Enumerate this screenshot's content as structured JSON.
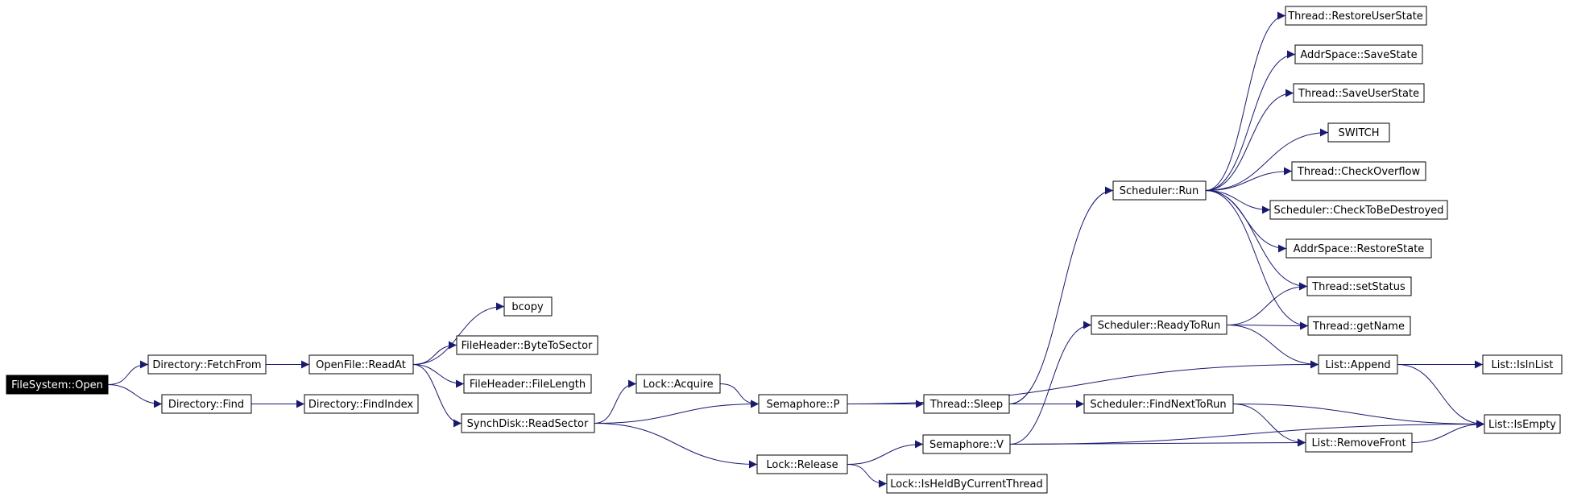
{
  "colors": {
    "edge": "#191970",
    "box": "#000000",
    "root_fill": "#000000",
    "root_text": "#ffffff",
    "text": "#000000"
  },
  "nodes": {
    "filesystem_open": "FileSystem::Open",
    "directory_fetchfrom": "Directory::FetchFrom",
    "directory_find": "Directory::Find",
    "openfile_readat": "OpenFile::ReadAt",
    "directory_findindex": "Directory::FindIndex",
    "bcopy": "bcopy",
    "fileheader_bytetosector": "FileHeader::ByteToSector",
    "fileheader_filelength": "FileHeader::FileLength",
    "synchdisk_readsector": "SynchDisk::ReadSector",
    "lock_acquire": "Lock::Acquire",
    "lock_release": "Lock::Release",
    "semaphore_p": "Semaphore::P",
    "semaphore_v": "Semaphore::V",
    "lock_isheldbycurrentthread": "Lock::IsHeldByCurrentThread",
    "thread_sleep": "Thread::Sleep",
    "scheduler_run": "Scheduler::Run",
    "scheduler_readytorun": "Scheduler::ReadyToRun",
    "scheduler_findnexttorun": "Scheduler::FindNextToRun",
    "thread_restoreuserstate": "Thread::RestoreUserState",
    "addrspace_savestate": "AddrSpace::SaveState",
    "thread_saveuserstate": "Thread::SaveUserState",
    "switch": "SWITCH",
    "thread_checkoverflow": "Thread::CheckOverflow",
    "scheduler_checktobedestroyed": "Scheduler::CheckToBeDestroyed",
    "addrspace_restorestate": "AddrSpace::RestoreState",
    "thread_setstatus": "Thread::setStatus",
    "thread_getname": "Thread::getName",
    "list_append": "List::Append",
    "list_removefront": "List::RemoveFront",
    "list_isinlist": "List::IsInList",
    "list_isempty": "List::IsEmpty"
  },
  "edges": [
    [
      "filesystem_open",
      "directory_fetchfrom"
    ],
    [
      "filesystem_open",
      "directory_find"
    ],
    [
      "directory_fetchfrom",
      "openfile_readat"
    ],
    [
      "directory_find",
      "directory_findindex"
    ],
    [
      "openfile_readat",
      "bcopy"
    ],
    [
      "openfile_readat",
      "fileheader_bytetosector"
    ],
    [
      "openfile_readat",
      "fileheader_filelength"
    ],
    [
      "openfile_readat",
      "synchdisk_readsector"
    ],
    [
      "synchdisk_readsector",
      "lock_acquire"
    ],
    [
      "synchdisk_readsector",
      "semaphore_p"
    ],
    [
      "synchdisk_readsector",
      "lock_release"
    ],
    [
      "lock_acquire",
      "semaphore_p"
    ],
    [
      "lock_release",
      "semaphore_v"
    ],
    [
      "lock_release",
      "lock_isheldbycurrentthread"
    ],
    [
      "semaphore_p",
      "list_append"
    ],
    [
      "semaphore_p",
      "thread_sleep"
    ],
    [
      "semaphore_v",
      "scheduler_readytorun"
    ],
    [
      "semaphore_v",
      "list_removefront"
    ],
    [
      "semaphore_v",
      "list_isempty"
    ],
    [
      "thread_sleep",
      "scheduler_run"
    ],
    [
      "thread_sleep",
      "scheduler_findnexttorun"
    ],
    [
      "scheduler_readytorun",
      "thread_setstatus"
    ],
    [
      "scheduler_readytorun",
      "thread_getname"
    ],
    [
      "scheduler_readytorun",
      "list_append"
    ],
    [
      "scheduler_findnexttorun",
      "list_isempty"
    ],
    [
      "scheduler_findnexttorun",
      "list_removefront"
    ],
    [
      "scheduler_run",
      "thread_restoreuserstate"
    ],
    [
      "scheduler_run",
      "addrspace_savestate"
    ],
    [
      "scheduler_run",
      "thread_saveuserstate"
    ],
    [
      "scheduler_run",
      "switch"
    ],
    [
      "scheduler_run",
      "thread_checkoverflow"
    ],
    [
      "scheduler_run",
      "scheduler_checktobedestroyed"
    ],
    [
      "scheduler_run",
      "addrspace_restorestate"
    ],
    [
      "scheduler_run",
      "thread_setstatus"
    ],
    [
      "scheduler_run",
      "thread_getname"
    ],
    [
      "list_append",
      "list_isinlist"
    ],
    [
      "list_append",
      "list_isempty"
    ],
    [
      "list_removefront",
      "list_isempty"
    ]
  ]
}
